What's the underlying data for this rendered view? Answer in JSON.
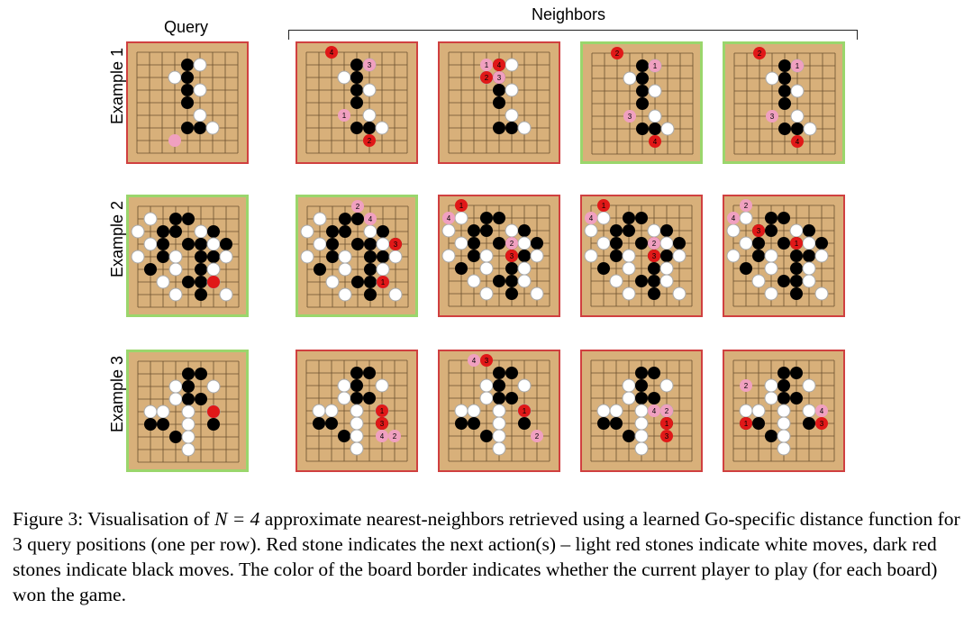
{
  "headers": {
    "query": "Query",
    "neighbors": "Neighbors"
  },
  "rows": [
    {
      "label": "Example 1",
      "borders": [
        "red",
        "red",
        "red",
        "green",
        "green"
      ]
    },
    {
      "label": "Example 2",
      "borders": [
        "green",
        "green",
        "red",
        "red",
        "red"
      ]
    },
    {
      "label": "Example 3",
      "borders": [
        "green",
        "red",
        "red",
        "red",
        "red"
      ]
    }
  ],
  "caption": {
    "prefix": "Figure 3: Visualisation of ",
    "math": "N = 4",
    "suffix": " approximate nearest-neighbors retrieved using a learned Go-specific distance function for 3 query positions (one per row). Red stone indicates the next action(s) – light red stones indicate white moves, dark red stones indicate black moves. The color of the board border indicates whether the current player to play (for each board) won the game."
  },
  "colors": {
    "board": "#d8b07a",
    "win_border": "#9ad66c",
    "loss_border": "#d04040",
    "dark_red": "#e01818",
    "light_red": "#f0a0c0"
  }
}
